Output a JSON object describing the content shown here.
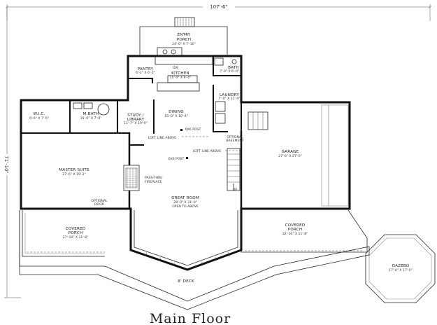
{
  "title": "Main Floor",
  "dimensions": {
    "width": "107'-6\"",
    "depth": "71'-10\""
  },
  "rooms": {
    "entry_porch": {
      "name": "ENTRY\nPORCH",
      "size": "24'-0\" X 7'-10\""
    },
    "pantry": {
      "name": "PANTRY",
      "size": "6'-2\" X 6'-2\""
    },
    "kitchen": {
      "name": "KITCHEN",
      "size": "15'-0\" X 9'-6\""
    },
    "bath": {
      "name": "BATH",
      "size": "7'-0\" X 6'-0\""
    },
    "laundry": {
      "name": "LAUNDRY",
      "size": "7'-0\" X 11'-9\""
    },
    "wic": {
      "name": "W.I.C.",
      "size": "6'-6\" X 7'-6\""
    },
    "mbath": {
      "name": "M.BATH",
      "size": "15'-6\" X 7'-6\""
    },
    "study": {
      "name": "STUDY /\nLIBRARY",
      "size": "11'-7\" X 19'-0\""
    },
    "dining": {
      "name": "DINING",
      "size": "15'-0\" X 10'-4\""
    },
    "garage": {
      "name": "GARAGE",
      "size": "27'-6\" X 27'-0\""
    },
    "master_suite": {
      "name": "MASTER SUITE",
      "size": "27'-6\" X 19'-2\""
    },
    "great_room": {
      "name": "GREAT ROOM",
      "size": "28'-0\" X 31'-0\"",
      "note": "OPEN TO ABOVE"
    },
    "covered_porch_left": {
      "name": "COVERED\nPORCH",
      "size": "27'-10\" X 11'-8\""
    },
    "covered_porch_right": {
      "name": "COVERED\nPORCH",
      "size": "32'-10\" X 11'-8\""
    },
    "gazebo": {
      "name": "GAZEBO",
      "size": "17'-0\" X 17'-0\""
    },
    "deck": {
      "name": "8' DECK"
    }
  },
  "annotations": {
    "dw": "DW",
    "loft_line_1": "LOFT LINE ABOVE",
    "loft_line_2": "LOFT LINE ABOVE",
    "post_1": "6X6 POST",
    "post_2": "6X6 POST",
    "optional_basement": "OPTIONAL\nBASEMENT",
    "pass_thru_fireplace": "PASS-THRU\nFIREPLACE",
    "optional_door": "OPTIONAL\nDOOR",
    "up": "UP"
  }
}
